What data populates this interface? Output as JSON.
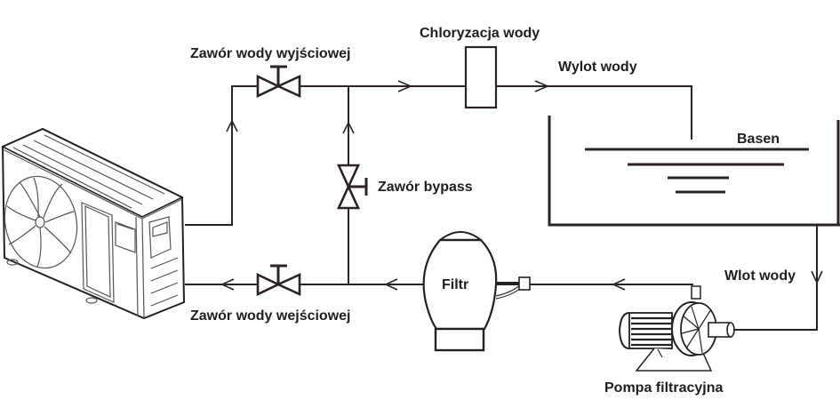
{
  "diagram": {
    "title": "Schemat instalacji pompy ciepła basenowej",
    "labels": {
      "outlet_valve": "Zawór wody wyjściowej",
      "chlorination": "Chloryzacja wody",
      "water_outlet": "Wylot wody",
      "pool": "Basen",
      "bypass_valve": "Zawór bypass",
      "filter": "Filtr",
      "water_inlet": "Wlot wody",
      "inlet_valve": "Zawór wody wejściowej",
      "filter_pump": "Pompa filtracyjna"
    },
    "components": [
      {
        "id": "heat-pump-unit",
        "type": "outdoor unit"
      },
      {
        "id": "outlet-valve",
        "type": "valve"
      },
      {
        "id": "bypass-valve",
        "type": "valve"
      },
      {
        "id": "inlet-valve",
        "type": "valve"
      },
      {
        "id": "chlorinator",
        "type": "box"
      },
      {
        "id": "pool",
        "type": "tank"
      },
      {
        "id": "filter",
        "type": "vessel"
      },
      {
        "id": "filter-pump",
        "type": "pump"
      }
    ],
    "flow": [
      "heat-pump-unit",
      "outlet-valve",
      "chlorinator",
      "pool",
      "filter-pump",
      "filter",
      "inlet-valve",
      "heat-pump-unit"
    ],
    "colors": {
      "line": "#2b2321",
      "text": "#1e1e1e",
      "background": "#ffffff"
    }
  }
}
